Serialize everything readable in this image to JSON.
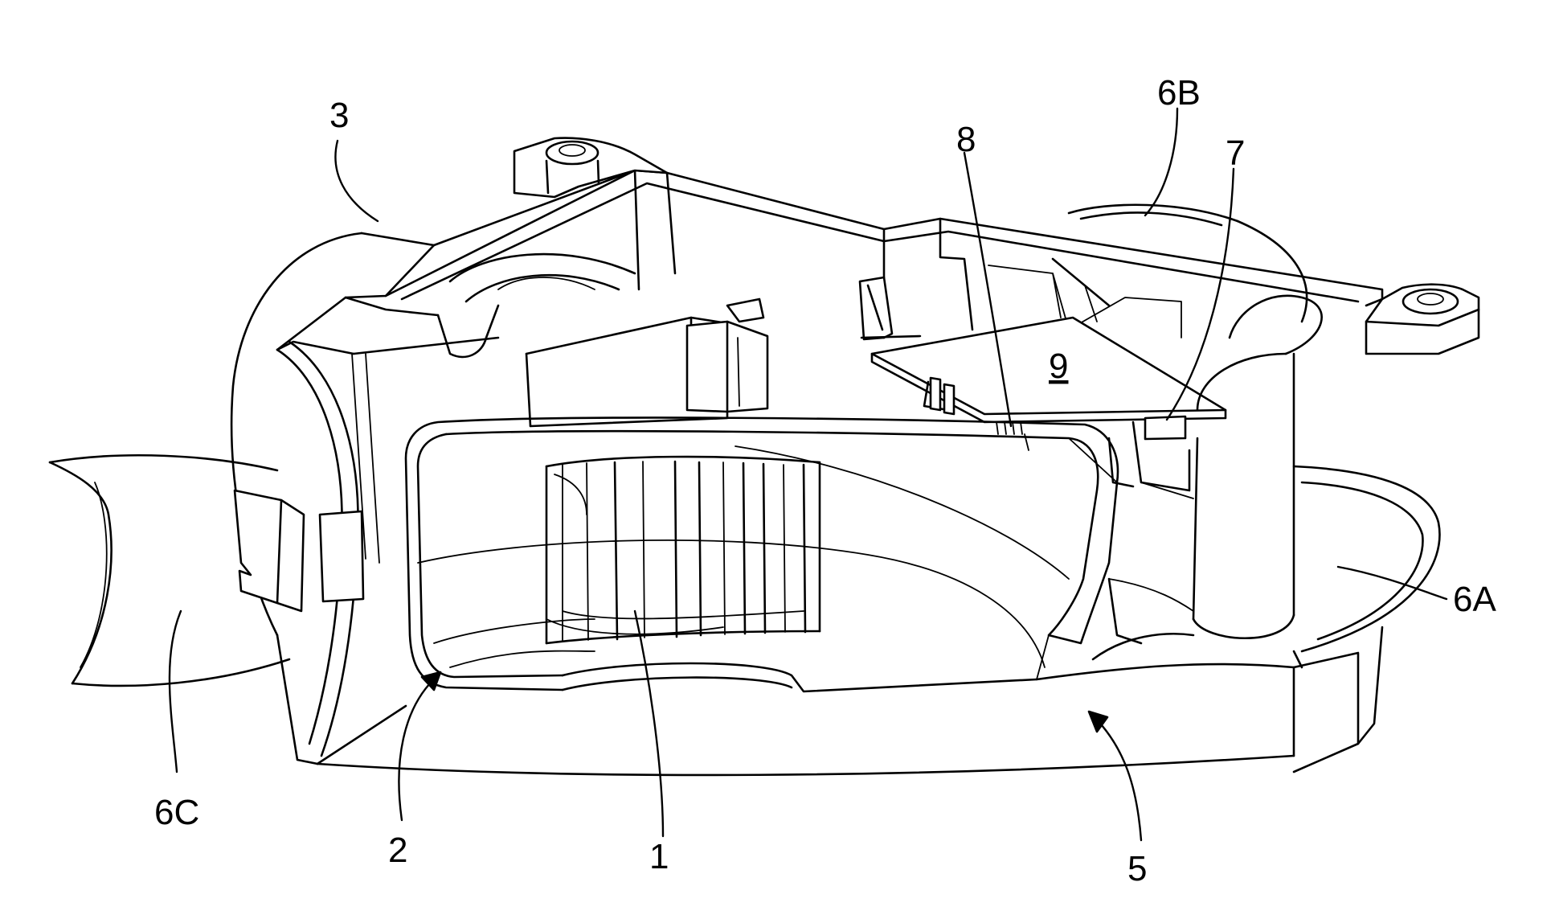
{
  "figure": {
    "labels": {
      "part_1": "1",
      "part_2": "2",
      "part_3": "3",
      "part_5": "5",
      "part_6A": "6A",
      "part_6B": "6B",
      "part_6C": "6C",
      "part_7": "7",
      "part_8": "8",
      "part_9": "9"
    }
  }
}
